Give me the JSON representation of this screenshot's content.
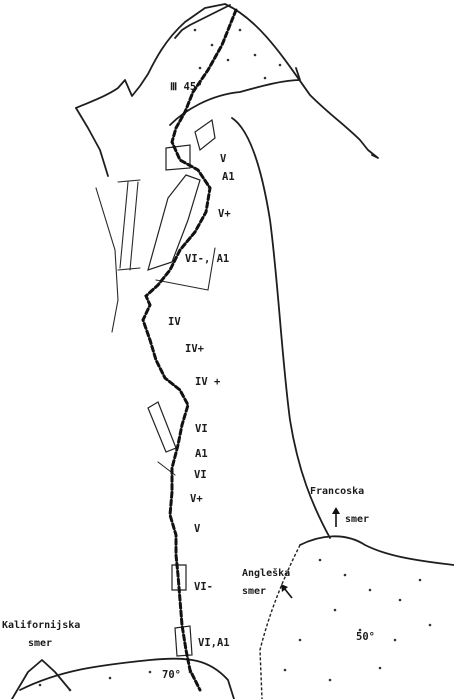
{
  "grades": [
    {
      "text": "Ⅲ 45°"
    },
    {
      "text": "V"
    },
    {
      "text": "A1"
    },
    {
      "text": "V+"
    },
    {
      "text": "VI-, A1"
    },
    {
      "text": "IV"
    },
    {
      "text": "IV+"
    },
    {
      "text": "IV +"
    },
    {
      "text": "VI"
    },
    {
      "text": "A1"
    },
    {
      "text": "VI"
    },
    {
      "text": "V+"
    },
    {
      "text": "V"
    },
    {
      "text": "VI-"
    },
    {
      "text": "VI,A1"
    },
    {
      "text": "70°"
    },
    {
      "text": "50°"
    }
  ],
  "annotations": {
    "francoska_1": "Francoska",
    "francoska_2": "smer",
    "angleska_1": "Angleška",
    "angleska_2": "smer",
    "kalifornijska_1": "Kalifornijska",
    "kalifornijska_2": "smer"
  }
}
